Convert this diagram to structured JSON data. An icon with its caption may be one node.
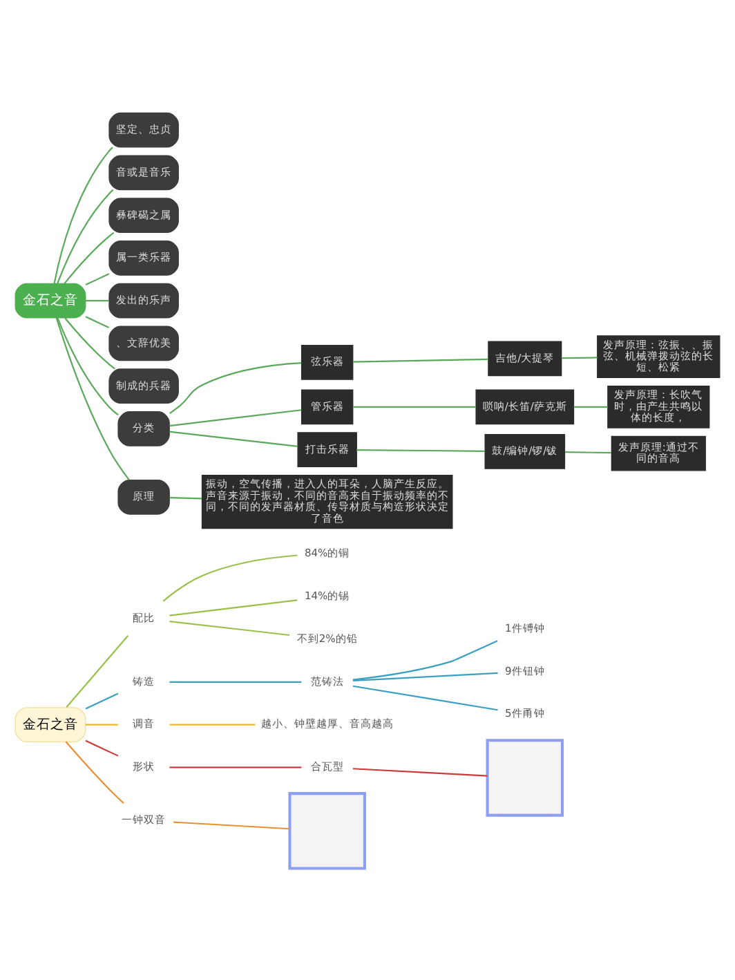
{
  "diagram": {
    "nodes": [
      {
        "text": [
          "金石之音"
        ]
      },
      {
        "text": [
          "配比"
        ]
      },
      {
        "text": [
          "84%的铜"
        ]
      },
      {
        "text": [
          "14%的锡"
        ]
      },
      {
        "text": [
          "不到2%的铅"
        ]
      },
      {
        "text": [
          "铸造"
        ]
      },
      {
        "text": [
          "范铸法"
        ]
      },
      {
        "text": [
          "1件镈钟"
        ]
      },
      {
        "text": [
          "9件钮钟"
        ]
      },
      {
        "text": [
          "5件甬钟"
        ]
      },
      {
        "text": [
          "调音"
        ]
      },
      {
        "text": [
          "越小、钟壁越厚、音高越高"
        ]
      },
      {
        "text": [
          "形状"
        ]
      },
      {
        "text": [
          "合瓦型"
        ]
      },
      {
        "text": [],
        "shape": "box"
      },
      {
        "text": [
          "一钟双音"
        ]
      },
      {
        "text": [],
        "shape": "box"
      },
      {
        "text": [
          "金石之音"
        ]
      },
      {
        "text": [
          "坚定、忠贞"
        ]
      },
      {
        "text": [
          "音或是音乐"
        ]
      },
      {
        "text": [
          "彝碑碣之属"
        ]
      },
      {
        "text": [
          "属一类乐器"
        ]
      },
      {
        "text": [
          "发出的乐声"
        ]
      },
      {
        "text": [
          "、文辞优美"
        ]
      },
      {
        "text": [
          "制成的兵器"
        ]
      },
      {
        "text": [
          "分类"
        ]
      },
      {
        "text": [
          "弦乐器"
        ]
      },
      {
        "text": [
          "吉他/大提琴"
        ]
      },
      {
        "text": [
          "发声原理：弦振、、振弦、机械弹拨动弦的长短、松紧"
        ]
      },
      {
        "text": [
          "管乐器"
        ]
      },
      {
        "text": [
          "唢呐/长笛/萨克斯"
        ]
      },
      {
        "text": [
          "发声原理：长吹气时，由产生共鸣以体的长度，"
        ]
      },
      {
        "text": [
          "打击乐器"
        ]
      },
      {
        "text": [
          "鼓/编钟/锣/钹"
        ]
      },
      {
        "text": [
          "发声原理:通过不同的音高"
        ]
      },
      {
        "text": [
          "原理"
        ]
      },
      {
        "text": [
          "振动，空气传播，进入人的耳朵，人脑产生反应。声音来源于振动，不同的音高来自于振动频率的不同，不同的发声器材质、传导材质与构造形状决定了音色"
        ]
      }
    ],
    "edges": [
      {
        "from": 0,
        "to": 1,
        "arrow": "none",
        "color": "#9bbf4a"
      },
      {
        "from": 1,
        "to": 2,
        "arrow": "none",
        "color": "#9bbf4a"
      },
      {
        "from": 1,
        "to": 3,
        "arrow": "none",
        "color": "#9bbf4a"
      },
      {
        "from": 1,
        "to": 4,
        "arrow": "none",
        "color": "#9bbf4a"
      },
      {
        "from": 0,
        "to": 5,
        "arrow": "none",
        "color": "#3a9fc0"
      },
      {
        "from": 5,
        "to": 6,
        "arrow": "none",
        "color": "#3a9fc0"
      },
      {
        "from": 6,
        "to": 7,
        "arrow": "none",
        "color": "#3a9fc0"
      },
      {
        "from": 6,
        "to": 8,
        "arrow": "none",
        "color": "#3a9fc0"
      },
      {
        "from": 6,
        "to": 9,
        "arrow": "none",
        "color": "#3a9fc0"
      },
      {
        "from": 0,
        "to": 10,
        "arrow": "none",
        "color": "#e8b830"
      },
      {
        "from": 10,
        "to": 11,
        "arrow": "none",
        "color": "#e8b830"
      },
      {
        "from": 0,
        "to": 12,
        "arrow": "none",
        "color": "#cc3a3a"
      },
      {
        "from": 12,
        "to": 13,
        "arrow": "none",
        "color": "#cc3a3a"
      },
      {
        "from": 13,
        "to": 14,
        "arrow": "none",
        "color": "#cc3a3a"
      },
      {
        "from": 0,
        "to": 15,
        "arrow": "none",
        "color": "#e89030"
      },
      {
        "from": 15,
        "to": 16,
        "arrow": "none",
        "color": "#e89030"
      },
      {
        "from": 17,
        "to": 18,
        "arrow": "none"
      },
      {
        "from": 17,
        "to": 19,
        "arrow": "none"
      },
      {
        "from": 17,
        "to": 20,
        "arrow": "none"
      },
      {
        "from": 17,
        "to": 21,
        "arrow": "none"
      },
      {
        "from": 17,
        "to": 22,
        "arrow": "none"
      },
      {
        "from": 17,
        "to": 23,
        "arrow": "none"
      },
      {
        "from": 17,
        "to": 24,
        "arrow": "none"
      },
      {
        "from": 17,
        "to": 25,
        "arrow": "none"
      },
      {
        "from": 25,
        "to": 26,
        "arrow": "none"
      },
      {
        "from": 26,
        "to": 27,
        "arrow": "none"
      },
      {
        "from": 27,
        "to": 28,
        "arrow": "none"
      },
      {
        "from": 25,
        "to": 29,
        "arrow": "none"
      },
      {
        "from": 29,
        "to": 30,
        "arrow": "none"
      },
      {
        "from": 30,
        "to": 31,
        "arrow": "none"
      },
      {
        "from": 25,
        "to": 32,
        "arrow": "none"
      },
      {
        "from": 32,
        "to": 33,
        "arrow": "none"
      },
      {
        "from": 33,
        "to": 34,
        "arrow": "none"
      },
      {
        "from": 17,
        "to": 35,
        "arrow": "none"
      },
      {
        "from": 35,
        "to": 36,
        "arrow": "none"
      }
    ]
  }
}
